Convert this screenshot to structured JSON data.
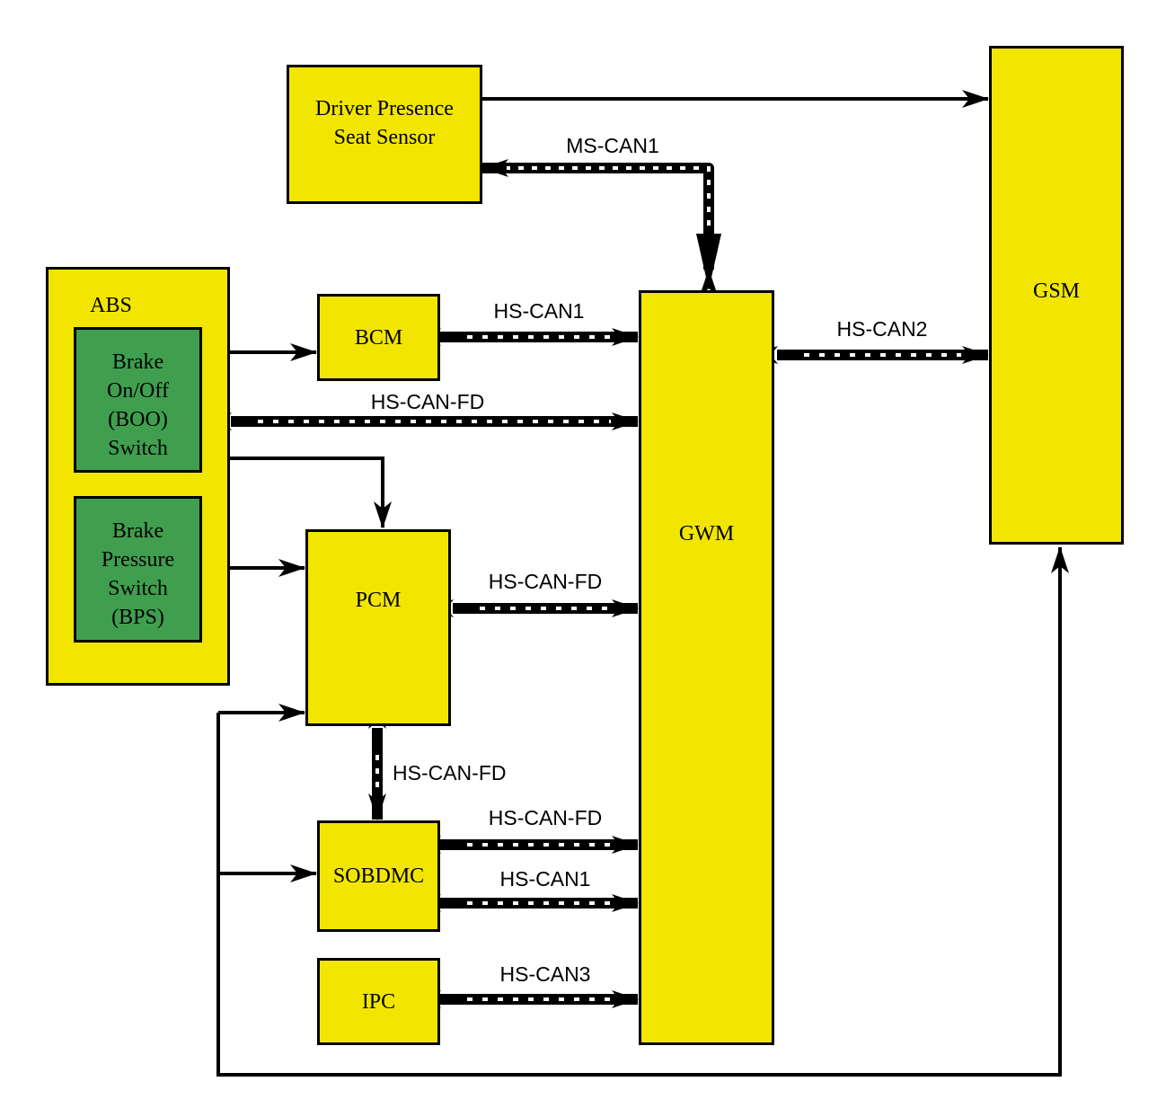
{
  "modules": {
    "driver_presence": [
      "Driver Presence",
      "Seat Sensor"
    ],
    "gsm": "GSM",
    "abs": "ABS",
    "boo_switch": [
      "Brake",
      "On/Off",
      "(BOO)",
      "Switch"
    ],
    "bps_switch": [
      "Brake",
      "Pressure",
      "Switch",
      "(BPS)"
    ],
    "bcm": "BCM",
    "pcm": "PCM",
    "gwm": "GWM",
    "sobdmc": "SOBDMC",
    "ipc": "IPC"
  },
  "buses": {
    "ms_can1": "MS-CAN1",
    "hs_can1_bcm": "HS-CAN1",
    "hs_can2": "HS-CAN2",
    "hs_can_fd_abs": "HS-CAN-FD",
    "hs_can_fd_pcm": "HS-CAN-FD",
    "hs_can_fd_pcm_sobdmc": "HS-CAN-FD",
    "hs_can_fd_sobdmc": "HS-CAN-FD",
    "hs_can1_sobdmc": "HS-CAN1",
    "hs_can3": "HS-CAN3"
  },
  "colors": {
    "module_fill": "#f2e600",
    "switch_fill": "#3f9f4e",
    "line": "#000000"
  }
}
